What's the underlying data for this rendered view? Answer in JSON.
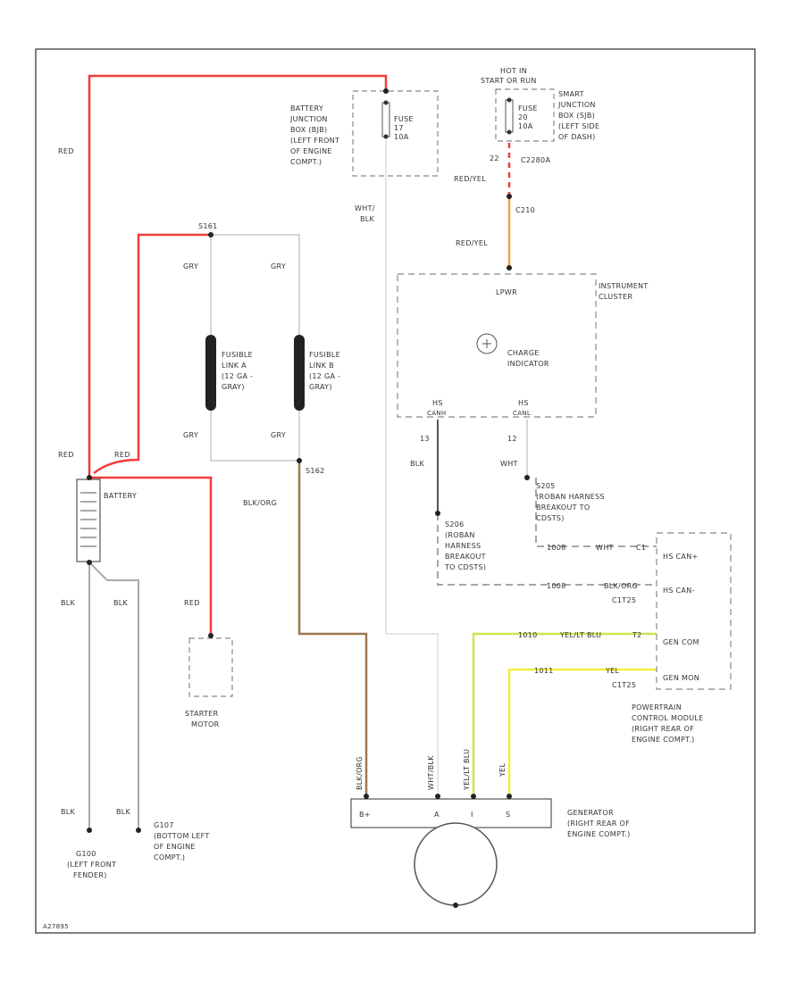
{
  "colors": {
    "red": "#f23b3b",
    "gray": "#c8c8c8",
    "dark": "#555555",
    "brown": "#a07850",
    "orange": "#f5a04a",
    "green_yellow": "#c8e850",
    "yellow": "#f2ef3a",
    "frame": "#555555",
    "dashed": "#888888"
  },
  "labels": {
    "red_top_left": "RED",
    "red_left_mid": "RED",
    "red_branch": "RED",
    "battery": "BATTERY",
    "battery_junction": [
      "BATTERY",
      "JUNCTION",
      "BOX (BJB)",
      "(LEFT FRONT",
      "OF ENGINE",
      "COMPT.)"
    ],
    "fuse_17": [
      "FUSE",
      "17",
      "10A"
    ],
    "hot_in": [
      "HOT IN",
      "START OR RUN"
    ],
    "fuse_20": [
      "FUSE",
      "20",
      "10A"
    ],
    "smart_junction": [
      "SMART",
      "JUNCTION",
      "BOX (SJB)",
      "(LEFT SIDE",
      "OF DASH)"
    ],
    "c2280a": "C2280A",
    "pin_22": "22",
    "red_yel_1": "RED/YEL",
    "c210": "C210",
    "red_yel_2": "RED/YEL",
    "wht_blk": [
      "WHT/",
      "BLK"
    ],
    "s161": "S161",
    "gry_tl": "GRY",
    "gry_tr": "GRY",
    "gry_bl": "GRY",
    "gry_br": "GRY",
    "fusible_a": [
      "FUSIBLE",
      "LINK A",
      "(12 GA -",
      "GRAY)"
    ],
    "fusible_b": [
      "FUSIBLE",
      "LINK B",
      "(12 GA -",
      "GRAY)"
    ],
    "s162": "S162",
    "blk_org": "BLK/ORG",
    "instrument_cluster": [
      "INSTRUMENT",
      "CLUSTER"
    ],
    "lpwr": "LPWR",
    "charge_indicator": [
      "CHARGE",
      "INDICATOR"
    ],
    "hs_left": [
      "HS",
      "CANH"
    ],
    "hs_right": [
      "HS",
      "CANL"
    ],
    "pin_13": "13",
    "pin_12": "12",
    "blk_ic": "BLK",
    "wht_ic": "WHT",
    "s205_right": [
      "S205",
      "(ROBAN HARNESS",
      "BREAKOUT TO",
      "CDSTS)"
    ],
    "s206_left": [
      "S206",
      "(ROBAN",
      "HARNESS",
      "BREAKOUT",
      "TO CDSTS)"
    ],
    "pcm": [
      "POWERTRAIN",
      "CONTROL MODULE",
      "(RIGHT REAR OF",
      "ENGINE COMPT.)"
    ],
    "pcm_pins": [
      "HS CAN+",
      "HS CAN-",
      "GEN COM",
      "GEN MON"
    ],
    "w1": [
      "1008",
      "WHT",
      "C1"
    ],
    "w2": [
      "1008",
      "BLK/ORG",
      "C1T25"
    ],
    "w3": [
      "1010",
      "YEL/LT BLU",
      "T2"
    ],
    "w4": [
      "1011",
      "YEL",
      "C1T25"
    ],
    "blk_1": "BLK",
    "blk_2": "BLK",
    "blk_3": "BLK",
    "blk_4": "BLK",
    "red_starter": "RED",
    "starter": [
      "STARTER",
      "MOTOR"
    ],
    "g100": [
      "G100",
      "(LEFT FRONT",
      "FENDER)"
    ],
    "g107": [
      "G107",
      "(BOTTOM LEFT",
      "OF ENGINE",
      "COMPT.)"
    ],
    "gen_wires": [
      "BLK/ORG",
      "WHT/BLK",
      "YEL/LT BLU",
      "YEL"
    ],
    "gen_terms": [
      "B+",
      "A",
      "I",
      "S"
    ],
    "generator": [
      "GENERATOR",
      "(RIGHT REAR OF",
      "ENGINE COMPT.)"
    ],
    "footer_code": "A27895"
  }
}
